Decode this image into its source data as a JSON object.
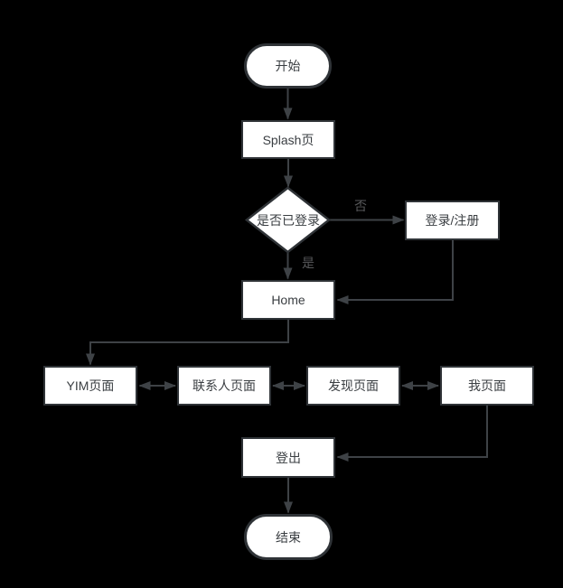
{
  "diagram": {
    "type": "flowchart",
    "nodes": {
      "start": {
        "label": "开始",
        "shape": "terminator"
      },
      "splash": {
        "label": "Splash页",
        "shape": "process"
      },
      "decision": {
        "label": "是否已登录",
        "shape": "decision"
      },
      "login": {
        "label": "登录/注册",
        "shape": "process"
      },
      "home": {
        "label": "Home",
        "shape": "process"
      },
      "yim": {
        "label": "YIM页面",
        "shape": "process"
      },
      "contacts": {
        "label": "联系人页面",
        "shape": "process"
      },
      "discover": {
        "label": "发现页面",
        "shape": "process"
      },
      "me": {
        "label": "我页面",
        "shape": "process"
      },
      "logout": {
        "label": "登出",
        "shape": "process"
      },
      "end": {
        "label": "结束",
        "shape": "terminator"
      }
    },
    "edge_labels": {
      "no": "否",
      "yes": "是"
    },
    "edges": [
      "start -> splash",
      "splash -> decision",
      "decision -否-> login",
      "decision -是-> home",
      "login -> home",
      "home -> yim",
      "yim <-> contacts",
      "contacts <-> discover",
      "discover <-> me",
      "me -> logout",
      "logout -> end"
    ],
    "colors": {
      "background": "#000000",
      "node_fill": "#ffffff",
      "node_border": "#2f3337",
      "connector": "#3e4246",
      "node_text": "#3a3e42",
      "edge_label_text": "#58595b"
    }
  }
}
